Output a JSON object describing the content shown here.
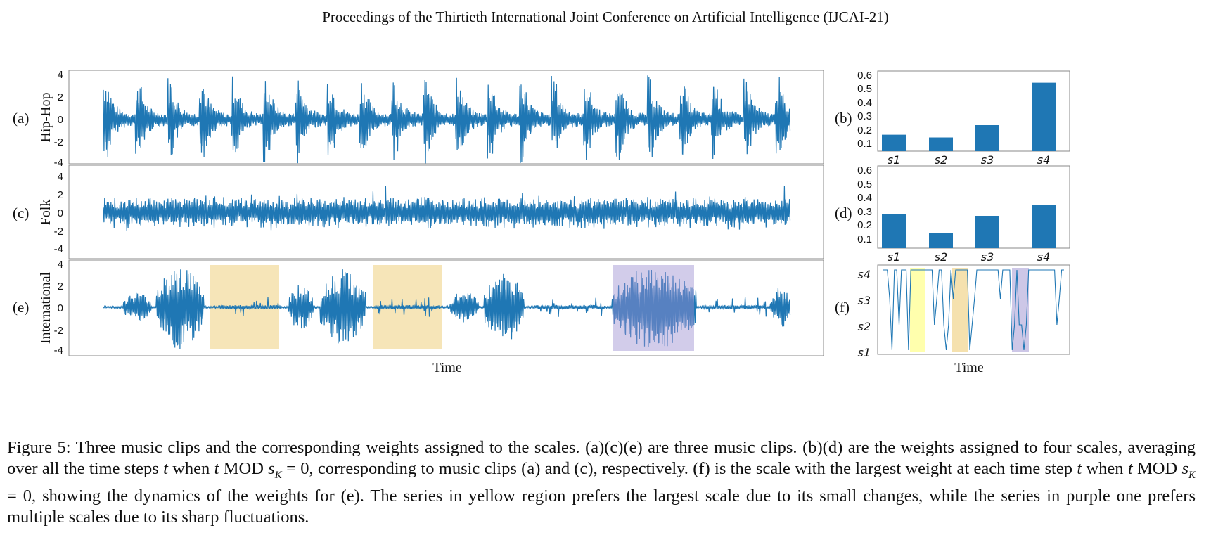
{
  "header": "Proceedings of the Thirtieth International Joint Conference on Artificial Intelligence (IJCAI-21)",
  "panels": {
    "a": "(a)",
    "b": "(b)",
    "c": "(c)",
    "d": "(d)",
    "e": "(e)",
    "f": "(f)"
  },
  "waveform_ylabels": [
    "Hip-Hop",
    "Folk",
    "International"
  ],
  "waveform_xlabel": "Time",
  "scale_xlabel": "Time",
  "caption": {
    "p1": "Figure 5: Three music clips and the corresponding weights assigned to the scales. (a)(c)(e) are three music clips. (b)(d) are the weights assigned to four scales, averaging over all the time steps ",
    "t1": "t",
    "p2": " when ",
    "t2": "t",
    "p3": " MOD ",
    "m1": "s",
    "m1sub": "K",
    "p4": " = 0, corresponding to music clips (a) and (c), respectively. (f) is the scale with the largest weight at each time step ",
    "t3": "t",
    "p5": " when ",
    "t4": "t",
    "p6": " MOD ",
    "m2": "s",
    "m2sub": "K",
    "p7": " = 0, showing the dynamics of the weights for (e). The series in yellow region prefers the largest scale due to its small changes, while the series in purple one prefers multiple scales due to its sharp fluctuations."
  },
  "colors": {
    "series": "#1f77b4",
    "yellow_region": "#f3dca0",
    "purple_region": "#9b8fd0",
    "bright_yellow": "#ffff99"
  },
  "chart_data": [
    {
      "id": "a",
      "type": "line",
      "ylabel": "Hip-Hop",
      "yticks": [
        "4",
        "2",
        "0",
        "-2",
        "-4"
      ],
      "ylim": [
        -4,
        4
      ],
      "description_values": "dense audio waveform with periodic beat peaks"
    },
    {
      "id": "b",
      "type": "bar",
      "categories": [
        "s1",
        "s2",
        "s3",
        "s4"
      ],
      "values": [
        0.17,
        0.15,
        0.24,
        0.55
      ],
      "yticks": [
        "0.6",
        "0.5",
        "0.4",
        "0.3",
        "0.2",
        "0.1"
      ],
      "ylim": [
        0.05,
        0.62
      ]
    },
    {
      "id": "c",
      "type": "line",
      "ylabel": "Folk",
      "yticks": [
        "4",
        "2",
        "0",
        "-2",
        "-4"
      ],
      "ylim": [
        -5,
        5
      ]
    },
    {
      "id": "d",
      "type": "bar",
      "categories": [
        "s1",
        "s2",
        "s3",
        "s4"
      ],
      "values": [
        0.29,
        0.16,
        0.28,
        0.36
      ],
      "yticks": [
        "0.6",
        "0.5",
        "0.4",
        "0.3",
        "0.2",
        "0.1"
      ],
      "ylim": [
        0.05,
        0.62
      ]
    },
    {
      "id": "e",
      "type": "line",
      "ylabel": "International",
      "xlabel": "Time",
      "yticks": [
        "4",
        "2",
        "0",
        "-2",
        "-4"
      ],
      "ylim": [
        -4.3,
        4.3
      ],
      "highlight_regions": [
        "yellow",
        "yellow",
        "purple"
      ]
    },
    {
      "id": "f",
      "type": "line",
      "xlabel": "Time",
      "yticks": [
        "s4",
        "s3",
        "s2",
        "s1"
      ],
      "highlight_regions": [
        "yellow",
        "yellow",
        "purple"
      ]
    }
  ]
}
